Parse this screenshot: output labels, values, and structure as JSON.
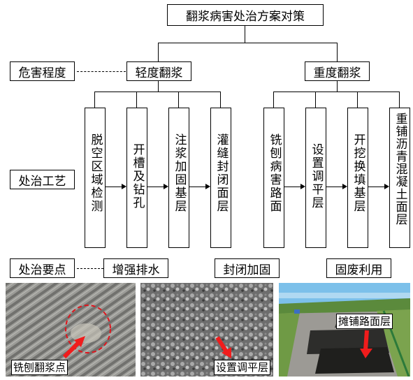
{
  "title": "翻浆病害处治方案对策",
  "row_labels": {
    "degree": "危害程度",
    "process": "处治工艺",
    "keypoints": "处治要点"
  },
  "levels": {
    "light": "轻度翻浆",
    "heavy": "重度翻浆"
  },
  "steps_light": [
    "脱空区域检测",
    "开槽及钻孔",
    "注浆加固基层",
    "灌缝封闭面层"
  ],
  "steps_heavy": [
    "铣刨病害路面",
    "设置调平层",
    "开挖换填基层",
    "重铺沥青混凝土面层"
  ],
  "keypoints": [
    "增强排水",
    "封闭加固",
    "固废利用"
  ],
  "photos": [
    {
      "caption": "铣刨翻浆点"
    },
    {
      "caption": "设置调平层"
    },
    {
      "caption": "摊铺路面层"
    }
  ]
}
